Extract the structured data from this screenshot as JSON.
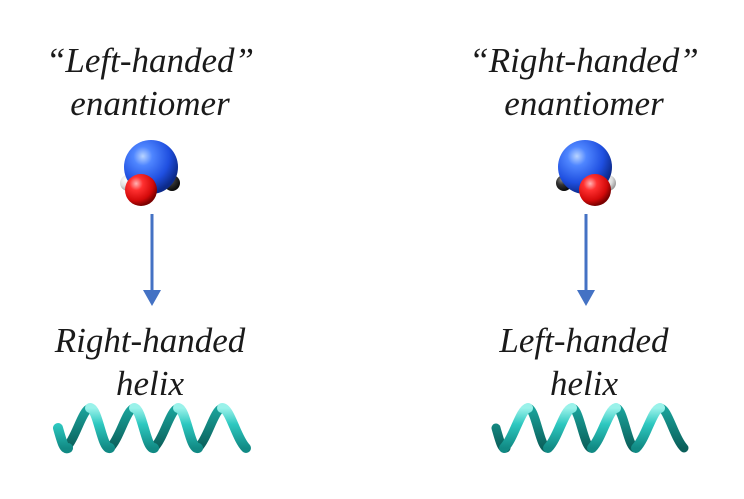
{
  "left_panel": {
    "enantiomer_line1": "“Left-handed”",
    "enantiomer_line2": "enantiomer",
    "helix_line1": "Right-handed",
    "helix_line2": "helix"
  },
  "right_panel": {
    "enantiomer_line1": "“Right-handed”",
    "enantiomer_line2": "enantiomer",
    "helix_line1": "Left-handed",
    "helix_line2": "helix"
  },
  "colors": {
    "nitrogen_atom": "#1f4fe0",
    "oxygen_atom": "#e01010",
    "carbon_atom": "#222222",
    "arrow": "#4472c4",
    "helix": "#2ec8c0"
  },
  "icons": {
    "molecule": "molecule-icon",
    "arrow": "arrow-down-icon",
    "helix": "helix-icon"
  }
}
